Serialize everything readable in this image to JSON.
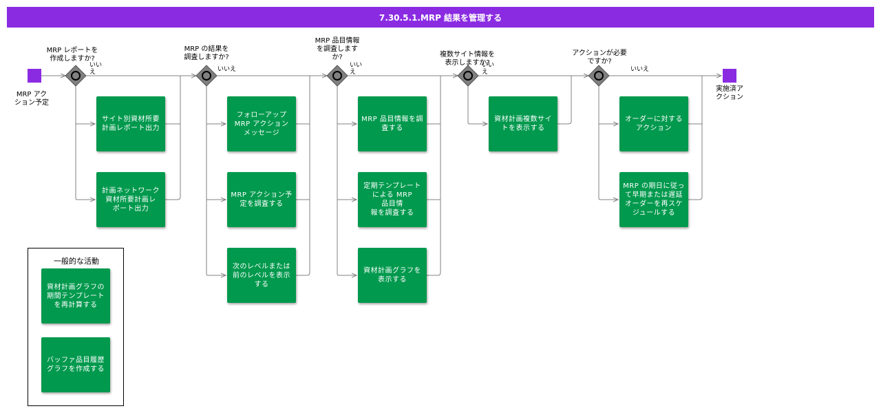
{
  "header": {
    "title": "7.30.5.1.MRP 結果を管理する",
    "color": "#8a2be2"
  },
  "colors": {
    "activity": "#00994d",
    "node": "#8a2be2",
    "gateway": "#808080",
    "line": "#808080"
  },
  "start_node": {
    "label": "MRP アク\nション予定"
  },
  "end_node": {
    "label": "実施済ア\nクション"
  },
  "gateways": [
    {
      "question": "MRP レポートを\n作成しますか?",
      "no_label": "いい\nえ"
    },
    {
      "question": "MRP の結果を\n調査しますか?",
      "no_label": "いいえ"
    },
    {
      "question": "MRP 品目情報\nを調査します\nか?",
      "no_label": "いい\nえ"
    },
    {
      "question": "複数サイト情報を\n表示しますか?",
      "no_label": "いい\nえ"
    },
    {
      "question": "アクションが必要\nですか?",
      "no_label": "いいえ"
    }
  ],
  "activities": [
    {
      "text": "サイト別資材所要\n計画レポート出力"
    },
    {
      "text": "計画ネットワーク\n資材所要計画レ\nポート出力"
    },
    {
      "text": "フォローアップ\nMRP アクション\nメッセージ"
    },
    {
      "text": "MRP アクション予\n定を調査する"
    },
    {
      "text": "次のレベルまたは\n前のレベルを表示\nする"
    },
    {
      "text": "MRP 品目情報を調\n査する"
    },
    {
      "text": "定期テンプレート\nによる MRP\n品目情\n報を調査する"
    },
    {
      "text": "資材計画グラフを\n表示する"
    },
    {
      "text": "資材計画複数サイ\nトを表示する"
    },
    {
      "text": "オーダーに対する\nアクション"
    },
    {
      "text": "MRP の期日に従っ\nて早期または遅延\nオーダーを再スケ\nジュールする"
    }
  ],
  "general": {
    "title": "一般的な活動",
    "items": [
      {
        "text": "資材計画グラフの\n期間テンプレート\nを再計算する"
      },
      {
        "text": "バッファ品目履歴\nグラフを作成する"
      }
    ]
  }
}
